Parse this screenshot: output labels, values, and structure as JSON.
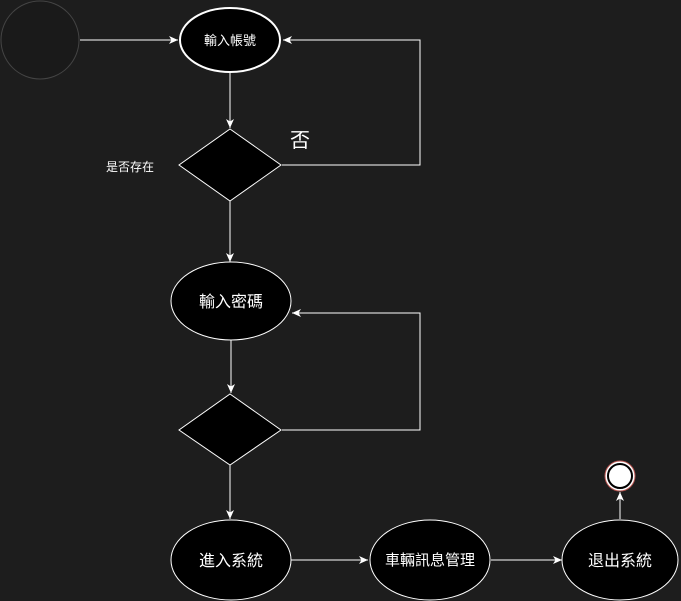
{
  "diagram": {
    "colors": {
      "background": "#1d1d1d",
      "node_fill": "#000000",
      "stroke": "#ffffff",
      "edge": "#ffffff",
      "end_marker_ring": "#b85450"
    },
    "nodes": {
      "enter_account": "輸入帳號",
      "check_exists_label": "是否存在",
      "no_label": "否",
      "enter_password": "輸入密碼",
      "enter_system": "進入系統",
      "vehicle_management": "車輛訊息管理",
      "exit_system": "退出系統"
    }
  }
}
